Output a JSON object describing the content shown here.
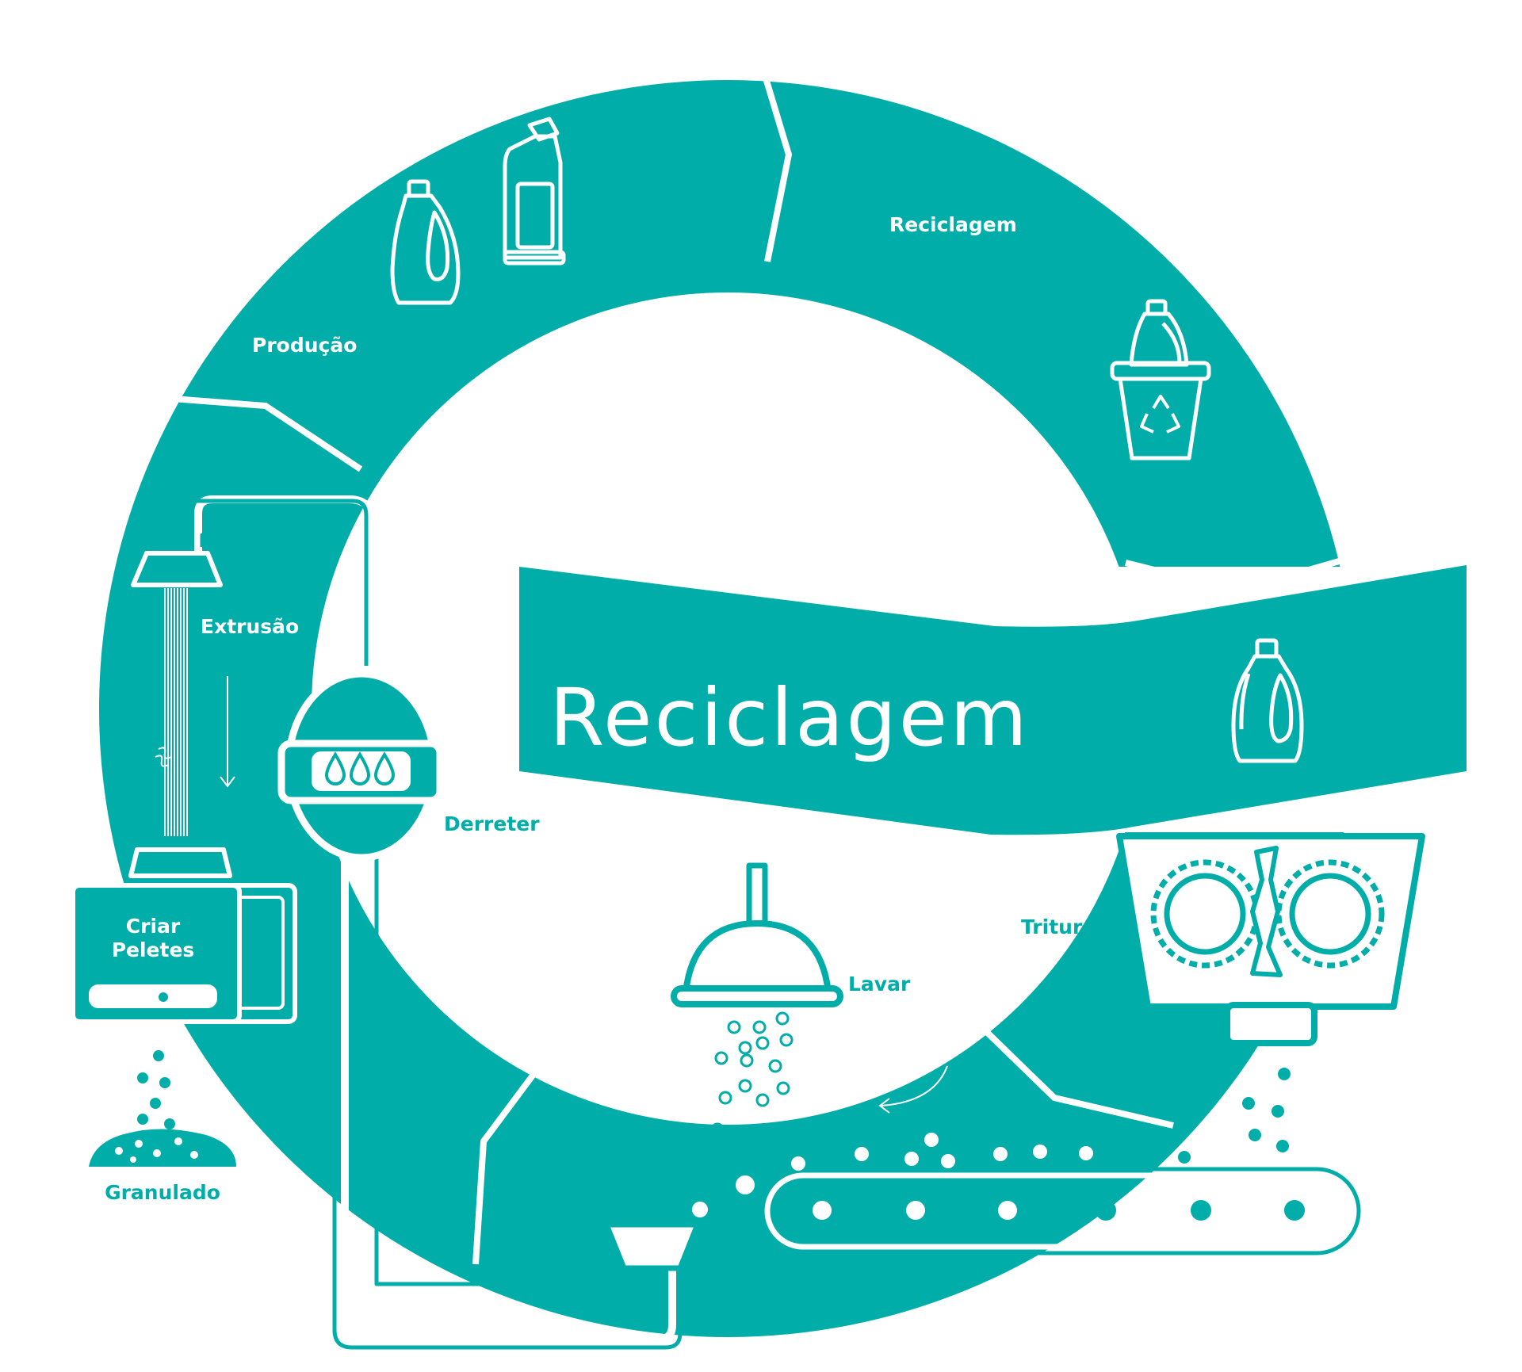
{
  "colors": {
    "teal": "#00ADA9",
    "white": "#FFFFFF"
  },
  "labels": {
    "title": "Reciclagem",
    "recycling_segment": "Reciclagem",
    "production": "Produção",
    "extrusion": "Extrusão",
    "melt": "Derreter",
    "pellets_line1": "Criar",
    "pellets_line2": "Peletes",
    "granulate": "Granulado",
    "wash": "Lavar",
    "shred": "Triturar"
  },
  "icons": [
    "detergent-bottle-icon",
    "bleach-bottle-icon",
    "recycle-bin-icon",
    "recycle-symbol-icon",
    "shredder-icon",
    "shower-head-icon",
    "conveyor-belt-icon",
    "melting-tank-icon",
    "water-drops-icon",
    "extruder-icon",
    "pelletizer-icon",
    "granulate-pile-icon",
    "pipe-icon",
    "funnel-icon"
  ]
}
